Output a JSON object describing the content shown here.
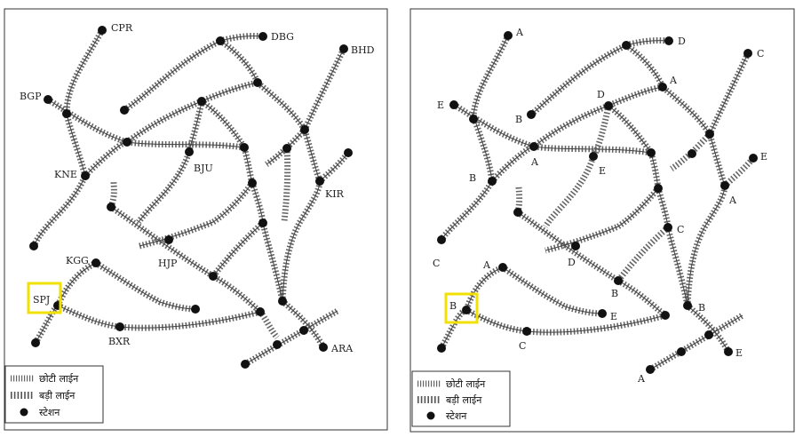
{
  "colors": {
    "track": "#555555",
    "station": "#111111",
    "highlight": "#f2e000",
    "border": "#333333"
  },
  "legend": {
    "narrow_gauge": "छोटी लाईन",
    "broad_gauge": "बड़ी लाईन",
    "station": "स्टेशन"
  },
  "left_map": {
    "labels": {
      "CPR": "CPR",
      "DBG": "DBG",
      "BHD": "BHD",
      "BGP": "BGP",
      "KNE": "KNE",
      "BJU": "BJU",
      "KIR": "KIR",
      "KGG": "KGG",
      "HJP": "HJP",
      "SPJ": "SPJ",
      "BXR": "BXR",
      "ARA": "ARA"
    }
  },
  "right_map": {
    "labels": {
      "r_top": "A",
      "r_d": "D",
      "r_c": "C",
      "r_e1": "E",
      "r_b1": "B",
      "r_a1": "A",
      "r_d2": "D",
      "r_a2": "A",
      "r_e2": "E",
      "r_b2": "B",
      "r_e3": "E",
      "r_a3": "A",
      "r_c2": "C",
      "r_d3": "D",
      "r_b3": "B",
      "r_c3": "C",
      "r_a4": "A",
      "r_b4": "B",
      "r_e4": "E",
      "r_b5": "B",
      "r_c4": "C",
      "r_e5": "E",
      "r_a5": "A"
    }
  }
}
